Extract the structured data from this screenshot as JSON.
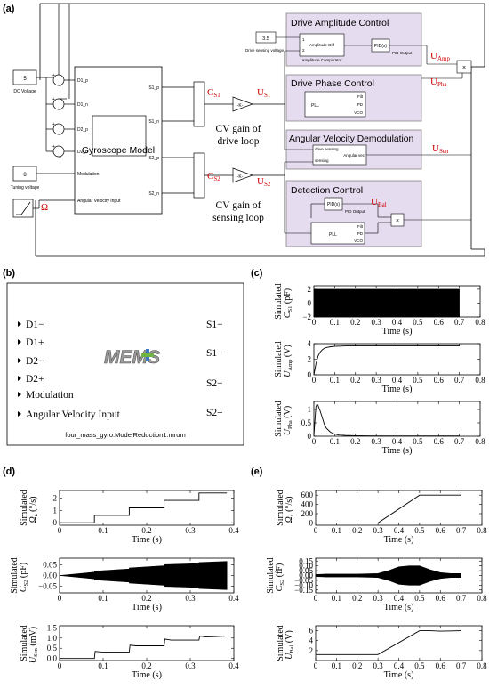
{
  "panel_labels": {
    "a": "(a)",
    "b": "(b)",
    "c": "(c)",
    "d": "(d)",
    "e": "(e)"
  },
  "panel_a": {
    "sources": {
      "dc_value": "5",
      "dc_label": "DC Voltage",
      "tune_value": "8",
      "tune_label": "Tuning voltage",
      "omega": "Ω"
    },
    "gyro": {
      "title": "Gyroscope Model",
      "in_ports": [
        "D1_p",
        "D1_n",
        "D2_p",
        "D2_n",
        "Modulation",
        "Angular Velocity Input"
      ],
      "out_ports": [
        "S1_p",
        "S1_n",
        "S2_p",
        "S2_n"
      ]
    },
    "sum_signs": [
      "+",
      "+",
      "+",
      "−",
      "+",
      "−",
      "+",
      "+"
    ],
    "cs1": "C",
    "cs1_sub": "S1",
    "us1": "U",
    "us1_sub": "S1",
    "cs2": "C",
    "cs2_sub": "S2",
    "us2": "U",
    "us2_sub": "S2",
    "gain_text": "-K-",
    "cv_drive": [
      "CV gain of",
      "drive loop"
    ],
    "cv_sense": [
      "CV gain of",
      "sensing loop"
    ],
    "amp": {
      "title": "Drive Amplitude Control",
      "const": "3.5",
      "const_label": "Drive sensing voltage",
      "comp_in1": "1",
      "comp_in2": "2",
      "comp_label": "Amplitude Diff",
      "comp_caption": "Amplitude Comparator",
      "pid": "PID(s)",
      "pid_out": "PID Output"
    },
    "phase": {
      "title": "Drive Phase Control",
      "pll": "PLL",
      "ports": [
        "Filt",
        "PD",
        "VCO"
      ]
    },
    "demod": {
      "title": "Angular Velocity Demodulation",
      "in1": "drive sensing",
      "in2": "sensing",
      "out": "Angular vec"
    },
    "det": {
      "title": "Detection  Control",
      "pid": "PID(s)",
      "pid_out": "PID Output",
      "pll": "PLL",
      "ports": [
        "Filt",
        "PD",
        "VCO"
      ]
    },
    "uamp": "U",
    "uamp_sub": "Amp",
    "upha": "U",
    "upha_sub": "Pha",
    "usen": "U",
    "usen_sub": "Sen",
    "ubal": "U",
    "ubal_sub": "Bal",
    "mult": "×"
  },
  "panel_b": {
    "inputs": [
      "D1−",
      "D1+",
      "D2−",
      "D2+",
      "Modulation",
      "Angular Velocity Input"
    ],
    "outputs": [
      "S1−",
      "S1+",
      "S2−",
      "S2+"
    ],
    "logo": "MEMS",
    "caption": "four_mass_gyro.ModelReduction1.mrom"
  },
  "chart_data": [
    {
      "id": "c1",
      "type": "area",
      "ylabel": "Simulated",
      "ysym": "C",
      "ysub": "S1",
      "yunit": "(pF)",
      "xlabel": "Time (s)",
      "xlim": [
        0,
        0.8
      ],
      "ylim": [
        -2,
        2.5
      ],
      "xticks": [
        "0",
        "0.1",
        "0.2",
        "0.3",
        "0.4",
        "0.5",
        "0.6",
        "0.7",
        "0.8"
      ],
      "yticks": [
        "−2",
        "0",
        "2"
      ],
      "yticks_v": [
        -2,
        0,
        2
      ],
      "envelope": {
        "x": [
          0,
          0.7
        ],
        "upper": [
          2,
          2
        ],
        "lower": [
          -2,
          -2
        ]
      }
    },
    {
      "id": "c2",
      "type": "line",
      "ylabel": "Simulated",
      "ysym": "U",
      "ysub": "Amp",
      "yunit": "(V)",
      "xlabel": "Time (s)",
      "xlim": [
        0,
        0.8
      ],
      "ylim": [
        0,
        4
      ],
      "xticks": [
        "0",
        "0.1",
        "0.2",
        "0.3",
        "0.4",
        "0.5",
        "0.6",
        "0.7",
        "0.8"
      ],
      "yticks": [
        "0",
        "2",
        "4"
      ],
      "yticks_v": [
        0,
        2,
        4
      ],
      "x": [
        0,
        0.01,
        0.02,
        0.03,
        0.04,
        0.05,
        0.06,
        0.08,
        0.1,
        0.15,
        0.2,
        0.3,
        0.4,
        0.5,
        0.6,
        0.7
      ],
      "y": [
        0,
        1.4,
        2.4,
        2.9,
        3.2,
        3.4,
        3.5,
        3.6,
        3.65,
        3.7,
        3.72,
        3.72,
        3.72,
        3.72,
        3.72,
        3.72
      ]
    },
    {
      "id": "c3",
      "type": "line",
      "ylabel": "Simulated",
      "ysym": "U",
      "ysub": "Pha",
      "yunit": "(V)",
      "xlabel": "Time (s)",
      "xlim": [
        0,
        0.8
      ],
      "ylim": [
        0,
        1.3
      ],
      "xticks": [
        "0",
        "0.1",
        "0.2",
        "0.3",
        "0.4",
        "0.5",
        "0.6",
        "0.7",
        "0.8"
      ],
      "yticks": [
        "0",
        "0.5",
        "1"
      ],
      "yticks_v": [
        0,
        0.5,
        1
      ],
      "x": [
        0,
        0.005,
        0.01,
        0.015,
        0.02,
        0.03,
        0.04,
        0.05,
        0.06,
        0.08,
        0.1,
        0.12,
        0.15,
        0.2,
        0.3,
        0.5,
        0.7
      ],
      "y": [
        0,
        0.6,
        1.1,
        1.2,
        1.15,
        0.95,
        0.7,
        0.45,
        0.3,
        0.15,
        0.08,
        0.05,
        0.03,
        0.02,
        0.01,
        0.01,
        0.01
      ]
    },
    {
      "id": "d1",
      "type": "line",
      "ylabel": "Simulated",
      "ysym": "Ω",
      "ysub": "z",
      "yunit": "(°/s)",
      "xlabel": "Time (s)",
      "xlim": [
        0,
        0.5
      ],
      "ylim": [
        -0.2,
        2.6
      ],
      "xticks": [
        "0",
        "0.1",
        "0.2",
        "0.3",
        "0.4"
      ],
      "yticks": [
        "0",
        "1",
        "2"
      ],
      "yticks_v": [
        0,
        1,
        2
      ],
      "x": [
        0,
        0.1,
        0.1,
        0.2,
        0.2,
        0.3,
        0.3,
        0.4,
        0.4,
        0.48
      ],
      "y": [
        0,
        0,
        0.6,
        0.6,
        1.2,
        1.2,
        1.8,
        1.8,
        2.4,
        2.4
      ]
    },
    {
      "id": "d2",
      "type": "area",
      "ylabel": "Simulated",
      "ysym": "C",
      "ysub": "S2",
      "yunit": "(pF)",
      "xlabel": "Time (s)",
      "xlim": [
        0,
        0.5
      ],
      "ylim": [
        -0.08,
        0.08
      ],
      "xticks": [
        "0",
        "0.1",
        "0.2",
        "0.3",
        "0.4"
      ],
      "yticks": [
        "−0.05",
        "0.00",
        "0.05"
      ],
      "yticks_v": [
        -0.05,
        0,
        0.05
      ],
      "envelope": {
        "x": [
          0,
          0.1,
          0.1,
          0.2,
          0.2,
          0.3,
          0.3,
          0.4,
          0.4,
          0.48
        ],
        "upper": [
          0,
          0.015,
          0.02,
          0.03,
          0.035,
          0.045,
          0.05,
          0.055,
          0.06,
          0.065
        ],
        "lower": [
          0,
          -0.015,
          -0.02,
          -0.03,
          -0.035,
          -0.045,
          -0.05,
          -0.055,
          -0.06,
          -0.065
        ]
      }
    },
    {
      "id": "d3",
      "type": "line",
      "ylabel": "Simulated",
      "ysym": "U",
      "ysub": "Sen",
      "yunit": "(mV)",
      "xlabel": "Time (s)",
      "xlim": [
        0,
        0.5
      ],
      "ylim": [
        -0.1,
        1.6
      ],
      "xticks": [
        "0",
        "0.1",
        "0.2",
        "0.3",
        "0.4"
      ],
      "yticks": [
        "0.0",
        "0.5",
        "1.0",
        "1.5"
      ],
      "yticks_v": [
        0,
        0.5,
        1,
        1.5
      ],
      "x": [
        0,
        0.1,
        0.102,
        0.12,
        0.2,
        0.202,
        0.22,
        0.3,
        0.302,
        0.32,
        0.4,
        0.402,
        0.42,
        0.48
      ],
      "y": [
        0,
        0,
        0.35,
        0.32,
        0.32,
        0.65,
        0.62,
        0.62,
        0.95,
        0.9,
        0.9,
        1.1,
        1.05,
        1.1
      ]
    },
    {
      "id": "e1",
      "type": "line",
      "ylabel": "Simulated",
      "ysym": "Ω",
      "ysub": "z",
      "yunit": "(°/s)",
      "xlabel": "Time (s)",
      "xlim": [
        0,
        0.8
      ],
      "ylim": [
        -50,
        700
      ],
      "xticks": [
        "0",
        "0.1",
        "0.2",
        "0.3",
        "0.4",
        "0.5",
        "0.6",
        "0.7",
        "0.8"
      ],
      "yticks": [
        "0",
        "200",
        "400",
        "600"
      ],
      "yticks_v": [
        0,
        200,
        400,
        600
      ],
      "x": [
        0,
        0.3,
        0.5,
        0.7
      ],
      "y": [
        0,
        0,
        600,
        600
      ]
    },
    {
      "id": "e2",
      "type": "area",
      "ylabel": "Simulated",
      "ysym": "C",
      "ysub": "S2",
      "yunit": "(fF)",
      "xlabel": "Time (s)",
      "xlim": [
        0,
        0.8
      ],
      "ylim": [
        -0.18,
        0.18
      ],
      "xticks": [
        "0",
        "0.1",
        "0.2",
        "0.3",
        "0.4",
        "0.5",
        "0.6",
        "0.7",
        "0.8"
      ],
      "yticks": [
        "−0.15",
        "−0.10",
        "−0.05",
        "0.00",
        "0.05",
        "0.10",
        "0.15"
      ],
      "yticks_v": [
        -0.15,
        -0.1,
        -0.05,
        0,
        0.05,
        0.1,
        0.15
      ],
      "envelope": {
        "x": [
          0,
          0.05,
          0.2,
          0.3,
          0.35,
          0.4,
          0.45,
          0.5,
          0.55,
          0.6,
          0.65,
          0.7
        ],
        "upper": [
          0.01,
          0.015,
          0.015,
          0.02,
          0.05,
          0.09,
          0.1,
          0.1,
          0.06,
          0.03,
          0.02,
          0.02
        ],
        "lower": [
          -0.01,
          -0.015,
          -0.015,
          -0.02,
          -0.05,
          -0.09,
          -0.1,
          -0.1,
          -0.06,
          -0.03,
          -0.02,
          -0.02
        ]
      }
    },
    {
      "id": "e3",
      "type": "line",
      "ylabel": "Simulated",
      "ysym": "U",
      "ysub": "Bal",
      "yunit": "(V)",
      "xlabel": "Time (s)",
      "xlim": [
        0,
        0.8
      ],
      "ylim": [
        0,
        7
      ],
      "xticks": [
        "0",
        "0.1",
        "0.2",
        "0.3",
        "0.4",
        "0.5",
        "0.6",
        "0.7",
        "0.8"
      ],
      "yticks": [
        "2",
        "4",
        "6"
      ],
      "yticks_v": [
        2,
        4,
        6
      ],
      "x": [
        0,
        0.05,
        0.3,
        0.5,
        0.55,
        0.6,
        0.7
      ],
      "y": [
        1.2,
        1.2,
        1.2,
        6,
        6,
        5.9,
        6
      ]
    }
  ]
}
